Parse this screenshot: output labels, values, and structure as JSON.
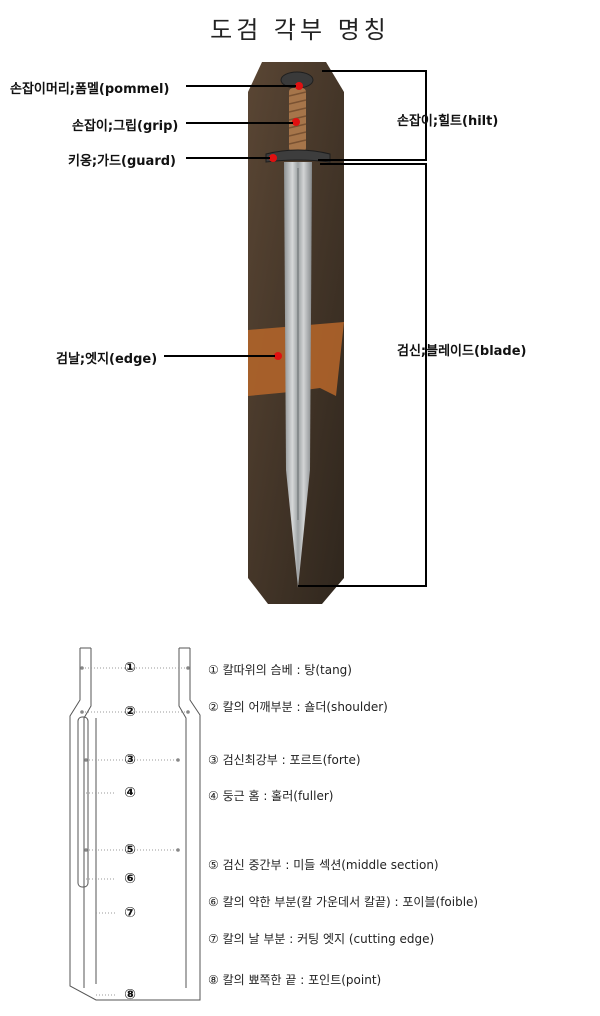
{
  "title": "도검 각부 명칭",
  "labels": {
    "pommel": "손잡이머리;폼멜(pommel)",
    "grip": "손잡이;그립(grip)",
    "guard": "키옹;가드(guard)",
    "edge": "검날;엣지(edge)",
    "hilt": "손잡이;힐트(hilt)",
    "blade": "검신;블레이드(blade)"
  },
  "markers": [
    "①",
    "②",
    "③",
    "④",
    "⑤",
    "⑥",
    "⑦",
    "⑧"
  ],
  "legend": [
    "① 칼따위의 슴베 : 탕(tang)",
    "② 칼의 어깨부분 : 숄더(shoulder)",
    "③ 검신최강부 : 포르트(forte)",
    "④ 둥근 홈 : 홀러(fuller)",
    "⑤ 검신 중간부 : 미들 섹션(middle section)",
    "⑥ 칼의 약한 부분(칼 가운데서 칼끝) : 포이블(foible)",
    "⑦ 칼의 날 부분 : 커팅 엣지 (cutting edge)",
    "⑧ 칼의 뾰쪽한 끝 : 포인트(point)"
  ],
  "colors": {
    "marker": "#e01010",
    "backdrop": "#4a3a2c",
    "leather": "#b0642a",
    "blade": "#b9bcbe",
    "wrap": "#a6754a"
  }
}
